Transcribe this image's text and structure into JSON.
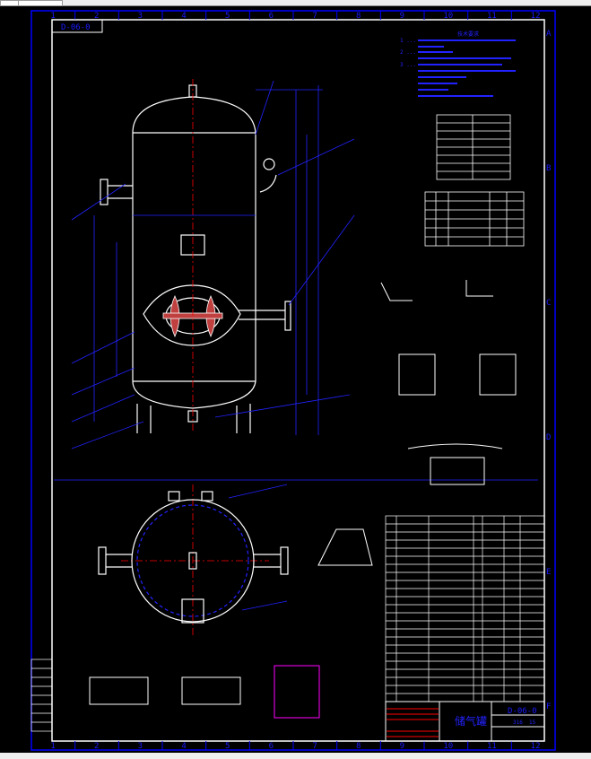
{
  "drawing": {
    "number": "D-06-0",
    "title_block_name": "储气罐",
    "title_block_values": [
      "316",
      "15"
    ],
    "grid_columns": [
      "1",
      "2",
      "3",
      "4",
      "5",
      "6",
      "7",
      "8",
      "9",
      "10",
      "11",
      "12"
    ],
    "grid_rows_right": [
      "A",
      "B",
      "C",
      "D",
      "E",
      "F"
    ],
    "notes_heading": "技术要求",
    "notes": [
      "1 ...",
      "2 ...",
      "3 ..."
    ],
    "colors": {
      "frame": "#0000ff",
      "geometry": "#ffffff",
      "centerline": "#ff0000",
      "dimension": "#0000ff",
      "section": "#ff00ff"
    }
  }
}
